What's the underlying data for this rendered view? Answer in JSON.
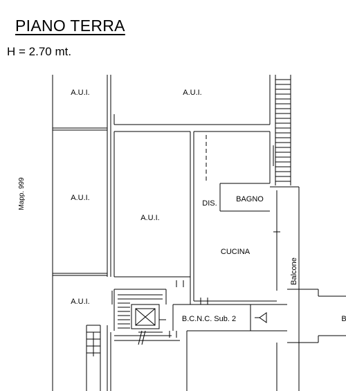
{
  "header": {
    "title": "PIANO TERRA",
    "height_note": "H = 2.70 mt."
  },
  "plan": {
    "side_label": "Mapp. 999",
    "rooms": {
      "aui_top_left": "A.U.I.",
      "aui_top_right": "A.U.I.",
      "aui_mid_left": "A.U.I.",
      "aui_center": "A.U.I.",
      "aui_bottom_left": "A.U.I.",
      "dis": "DIS.",
      "bagno": "BAGNO",
      "cucina": "CUCINA",
      "balcone": "Balcone",
      "bcnc": "B.C.N.C. Sub. 2",
      "right_cut": "B"
    }
  }
}
